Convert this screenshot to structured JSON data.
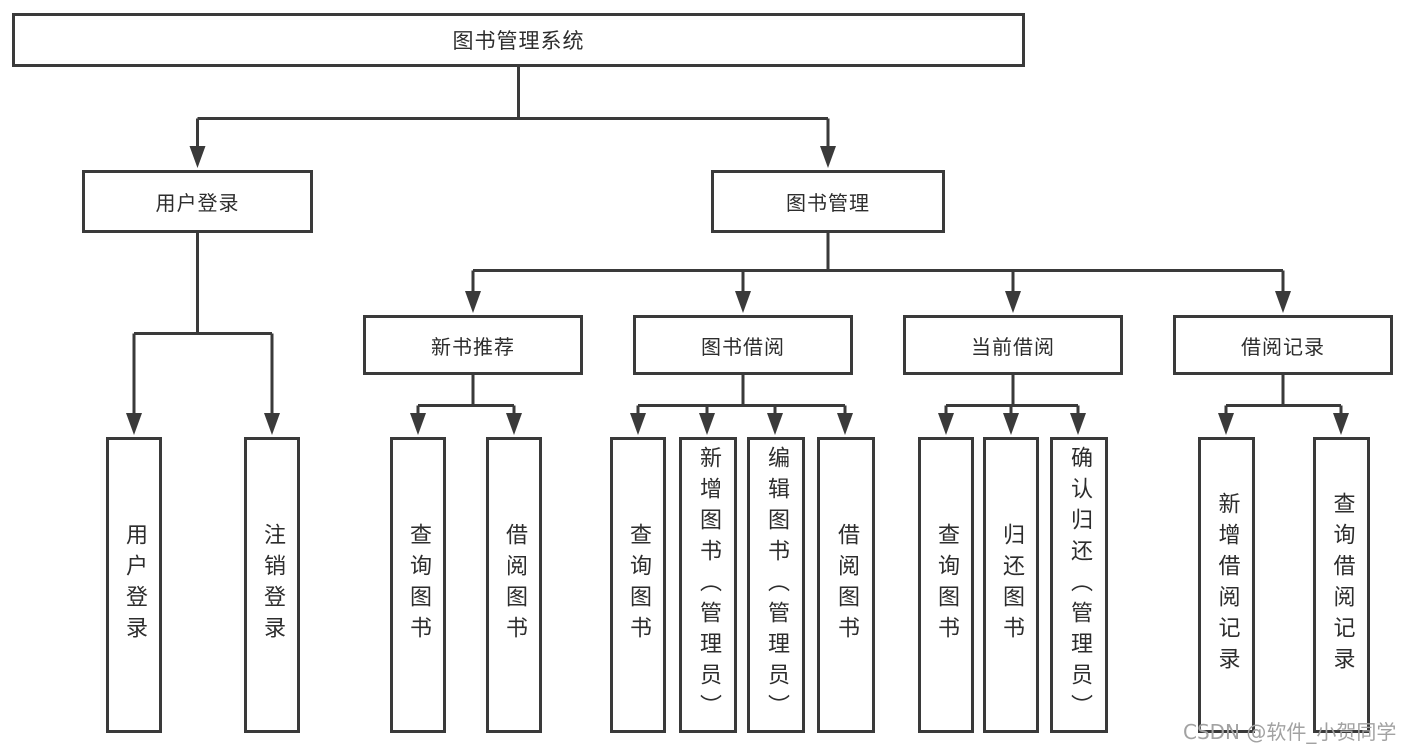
{
  "diagram": {
    "tree": {
      "root": {
        "label": "图书管理系统"
      },
      "branches": [
        {
          "label": "用户登录",
          "children": [
            {
              "label": "用户登录"
            },
            {
              "label": "注销登录"
            }
          ]
        },
        {
          "label": "图书管理",
          "groups": [
            {
              "label": "新书推荐",
              "children": [
                {
                  "label": "查询图书"
                },
                {
                  "label": "借阅图书"
                }
              ]
            },
            {
              "label": "图书借阅",
              "children": [
                {
                  "label": "查询图书"
                },
                {
                  "label": "新增图书（管理员）"
                },
                {
                  "label": "编辑图书（管理员）"
                },
                {
                  "label": "借阅图书"
                }
              ]
            },
            {
              "label": "当前借阅",
              "children": [
                {
                  "label": "查询图书"
                },
                {
                  "label": "归还图书"
                },
                {
                  "label": "确认归还（管理员）"
                }
              ]
            },
            {
              "label": "借阅记录",
              "children": [
                {
                  "label": "新增借阅记录"
                },
                {
                  "label": "查询借阅记录"
                }
              ]
            }
          ]
        }
      ]
    },
    "watermark": "CSDN @软件_小贺同学",
    "colors": {
      "line": "#3a3a3a",
      "box_border": "#3a3a3a",
      "text": "#2d2d2d",
      "watermark": "#a2a2a2",
      "background": "#ffffff"
    }
  }
}
